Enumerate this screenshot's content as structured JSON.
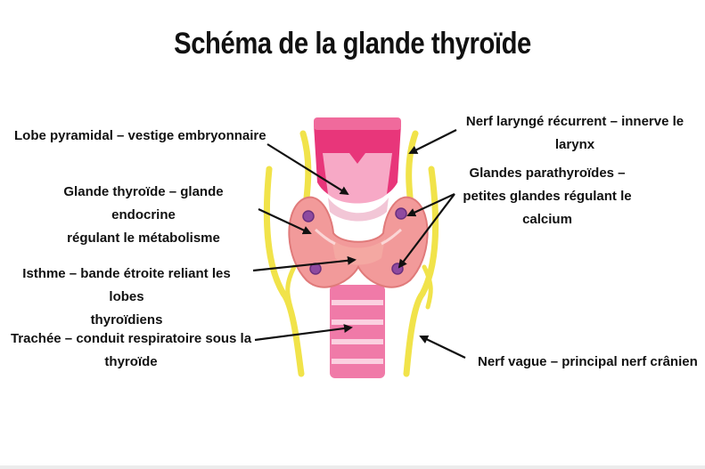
{
  "title": "Schéma de la glande thyroïde",
  "labels": {
    "lobe_pyramidal": "Lobe pyramidal – vestige embryonnaire",
    "glande_l1": "Glande thyroïde – glande endocrine",
    "glande_l2": "régulant le métabolisme",
    "isthme_l1": "Isthme – bande étroite reliant les lobes",
    "isthme_l2": "thyroïdiens",
    "trachee_l1": "Trachée – conduit respiratoire sous la",
    "trachee_l2": "thyroïde",
    "nerf_laryng_l1": "Nerf laryngé récurrent – innerve le",
    "nerf_laryng_l2": "larynx",
    "parathy_l1": "Glandes parathyroïdes –",
    "parathy_l2": "petites glandes régulant le",
    "parathy_l3": "calcium",
    "nerf_vague": "Nerf vague – principal nerf crânien"
  },
  "colors": {
    "larynx": "#e8367a",
    "larynx_light": "#f7a9c6",
    "thyroid": "#f29a9a",
    "thyroid_dark": "#e07a7a",
    "parathyroid": "#8e4aa0",
    "nerve": "#f1e34a",
    "trachea": "#f07aa8"
  }
}
